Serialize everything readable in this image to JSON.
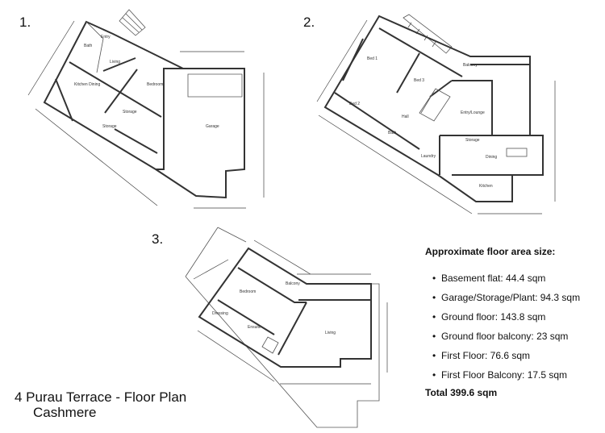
{
  "plan_numbers": [
    "1.",
    "2.",
    "3."
  ],
  "plan1": {
    "rooms": [
      "Entry",
      "Bath",
      "Living",
      "Kitchen Dining",
      "Bedroom",
      "Storage",
      "Storage",
      "Garage"
    ]
  },
  "plan2": {
    "rooms": [
      "Bed 1",
      "Bed 3",
      "Bed 2",
      "Hall",
      "Bath",
      "Laundry",
      "Entry/Lounge",
      "Storage",
      "Dining",
      "Kitchen",
      "Balcony"
    ]
  },
  "plan3": {
    "rooms": [
      "Bedroom",
      "Dressing",
      "Ensuite",
      "Balcony",
      "Living"
    ]
  },
  "caption": {
    "title": "4 Purau Terrace - Floor Plan",
    "subtitle": "Cashmere"
  },
  "areas": {
    "heading": "Approximate floor area size:",
    "items": [
      "Basement flat:  44.4 sqm",
      "Garage/Storage/Plant: 94.3 sqm",
      "Ground floor: 143.8 sqm",
      "Ground floor balcony: 23 sqm",
      "First Floor: 76.6 sqm",
      "First Floor Balcony: 17.5 sqm"
    ],
    "total": "Total 399.6 sqm"
  }
}
